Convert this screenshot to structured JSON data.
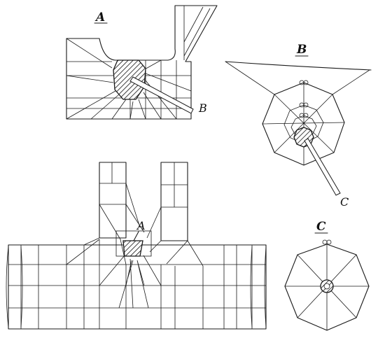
{
  "labels": {
    "detail_a": "A",
    "detail_b": "B",
    "detail_c": "C",
    "pointer_a": "A",
    "pointer_b": "B",
    "pointer_c": "C"
  }
}
